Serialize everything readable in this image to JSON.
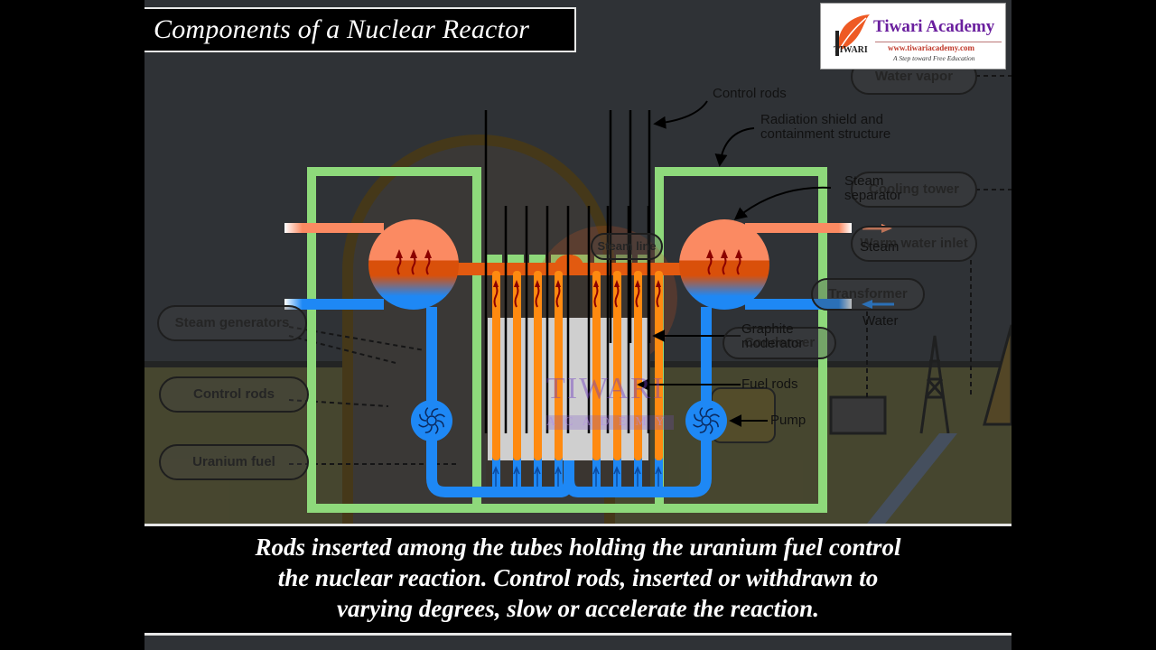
{
  "title": "Components of a Nuclear Reactor",
  "logo": {
    "name": "Tiwari Academy",
    "url": "www.tiwariacademy.com",
    "tagline": "A Step toward Free Education",
    "brand_mark": "TIWARI",
    "icon": "leaf-icon",
    "accent_color": "#ee5a24"
  },
  "watermark": {
    "line1": "TIWARI",
    "line2": "ACADEMY"
  },
  "foreground_labels": {
    "control_rods": "Control rods",
    "radiation_shield_line1": "Radiation shield and",
    "radiation_shield_line2": "containment structure",
    "steam_separator_line1": "Steam",
    "steam_separator_line2": "separator",
    "steam": "Steam",
    "water": "Water",
    "graphite_line1": "Graphite",
    "graphite_line2": "moderator",
    "fuel_rods": "Fuel rods",
    "pump": "Pump"
  },
  "background_labels": {
    "left": [
      "Steam generators",
      "Control rods",
      "Uranium fuel"
    ],
    "right": [
      "Water vapor",
      "Cooling tower",
      "Warm water inlet",
      "Transformer",
      "Condenser"
    ],
    "center": "Steam line"
  },
  "caption": {
    "line1": "Rods inserted among the tubes holding the uranium fuel control",
    "line2": "the nuclear reaction. Control rods, inserted or withdrawn to",
    "line3": "varying degrees, slow or accelerate the reaction."
  },
  "colors": {
    "background": "#2f3236",
    "shield_green": "#8ed97b",
    "hot_steam": "#fb8a62",
    "hot_core": "#e25a10",
    "fuel_orange": "#ff8a10",
    "cold_water": "#1e88f5",
    "heat_arrow": "#8b0000",
    "graphite": "#cfcfcf"
  }
}
